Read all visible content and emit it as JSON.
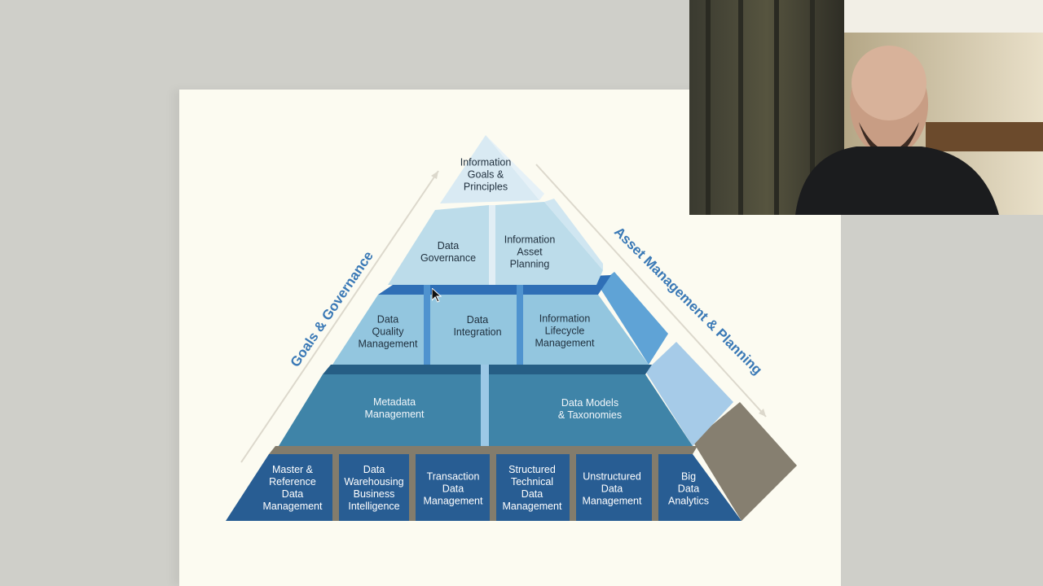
{
  "diagram": {
    "side_labels": {
      "left": "Goals & Governance",
      "right": "Asset Management & Planning"
    },
    "tiers": [
      {
        "tier": 1,
        "blocks": [
          "Information\nGoals &\nPrinciples"
        ]
      },
      {
        "tier": 2,
        "blocks": [
          "Data\nGovernance",
          "Information\nAsset\nPlanning"
        ]
      },
      {
        "tier": 3,
        "blocks": [
          "Data\nQuality\nManagement",
          "Data\nIntegration",
          "Information\nLifecycle\nManagement"
        ]
      },
      {
        "tier": 4,
        "blocks": [
          "Metadata\nManagement",
          "Data Models\n& Taxonomies"
        ]
      },
      {
        "tier": 5,
        "blocks": [
          "Master  &\nReference\nData\nManagement",
          "Data\nWarehousing\nBusiness\nIntelligence",
          "Transaction\nData\nManagement",
          "Structured\nTechnical\nData\nManagement",
          "Unstructured\nData\nManagement",
          "Big\nData\nAnalytics"
        ]
      }
    ],
    "colors": {
      "tier1": "#d9eaf3",
      "tier2": "#bcdcea",
      "tier3": "#93c6df",
      "tier4": "#3f84a8",
      "tier5": "#285d93",
      "accent_dark": "#2f6fb6",
      "side_face": "#867f70"
    }
  },
  "webcam": {
    "icon": "presenter-video-feed"
  }
}
